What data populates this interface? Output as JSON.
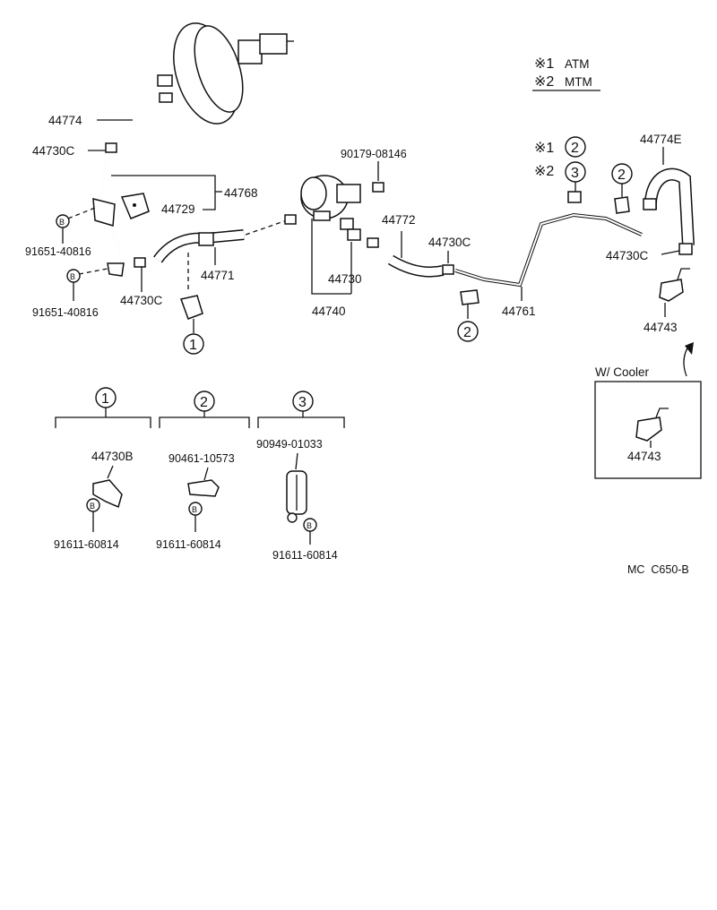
{
  "legend": {
    "items": [
      {
        "mark": "※1",
        "text": "ATM"
      },
      {
        "mark": "※2",
        "text": "MTM"
      }
    ]
  },
  "callout_notes": [
    {
      "mark": "※1",
      "ref": "2"
    },
    {
      "mark": "※2",
      "ref": "3"
    }
  ],
  "parts": {
    "hose_44774": "44774",
    "clamp_44730c_1": "44730C",
    "bracket_44768": "44768",
    "bracket_44729": "44729",
    "bolt_91651_a": "91651-40816",
    "bolt_91651_b": "91651-40816",
    "b_marker": "B",
    "clamp_44730c_2": "44730C",
    "hose_44771": "44771",
    "nut_90179": "90179-08146",
    "valve_44730": "44730",
    "assy_44740": "44740",
    "hose_44772": "44772",
    "clamp_44730c_3": "44730C",
    "pipe_44761": "44761",
    "hose_44774e": "44774E",
    "clamp_44730c_4": "44730C",
    "bracket_44743": "44743",
    "bracket_44743_cooler": "44743"
  },
  "ref_circles": {
    "r1": "1",
    "r2_a": "2",
    "r2_b": "2",
    "r2_c": "2",
    "r3": "3"
  },
  "cooler_box": {
    "title": "W/ Cooler"
  },
  "detail_groups": [
    {
      "ref": "1",
      "part": "44730B",
      "bolt_ref": "B",
      "bolt": "91611-60814"
    },
    {
      "ref": "2",
      "part": "90461-10573",
      "bolt_ref": "B",
      "bolt": "91611-60814"
    },
    {
      "ref": "3",
      "part": "90949-01033",
      "bolt_ref": "B",
      "bolt": "91611-60814"
    }
  ],
  "diagram_code": "MC  C650-B"
}
